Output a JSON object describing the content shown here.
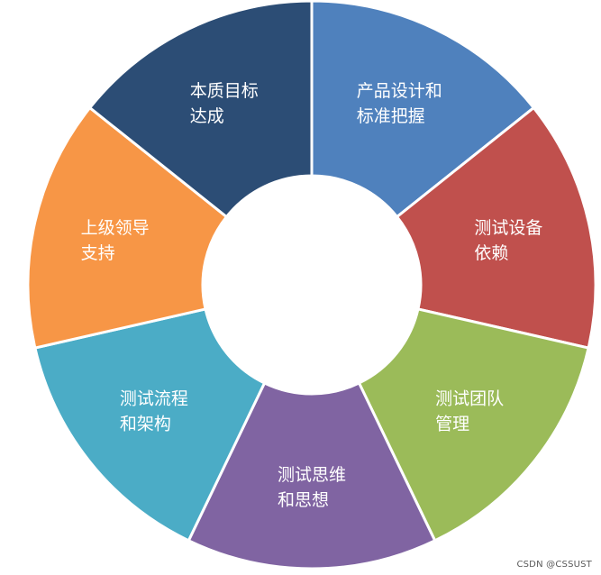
{
  "segments": [
    {
      "lines": [
        "产品设计和",
        "标准把握"
      ],
      "color": "#4f81bd"
    },
    {
      "lines": [
        "测试设备",
        "依赖"
      ],
      "color": "#c0504d"
    },
    {
      "lines": [
        "测试团队",
        "管理"
      ],
      "color": "#9bbb59"
    },
    {
      "lines": [
        "测试思维",
        "和思想"
      ],
      "color": "#8064a2"
    },
    {
      "lines": [
        "测试流程",
        "和架构"
      ],
      "color": "#4bacc6"
    },
    {
      "lines": [
        "上级领导",
        "支持"
      ],
      "color": "#f79646"
    },
    {
      "lines": [
        "本质目标",
        "达成"
      ],
      "color": "#2c4d75"
    }
  ],
  "watermark": "CSDN @CSSUST"
}
